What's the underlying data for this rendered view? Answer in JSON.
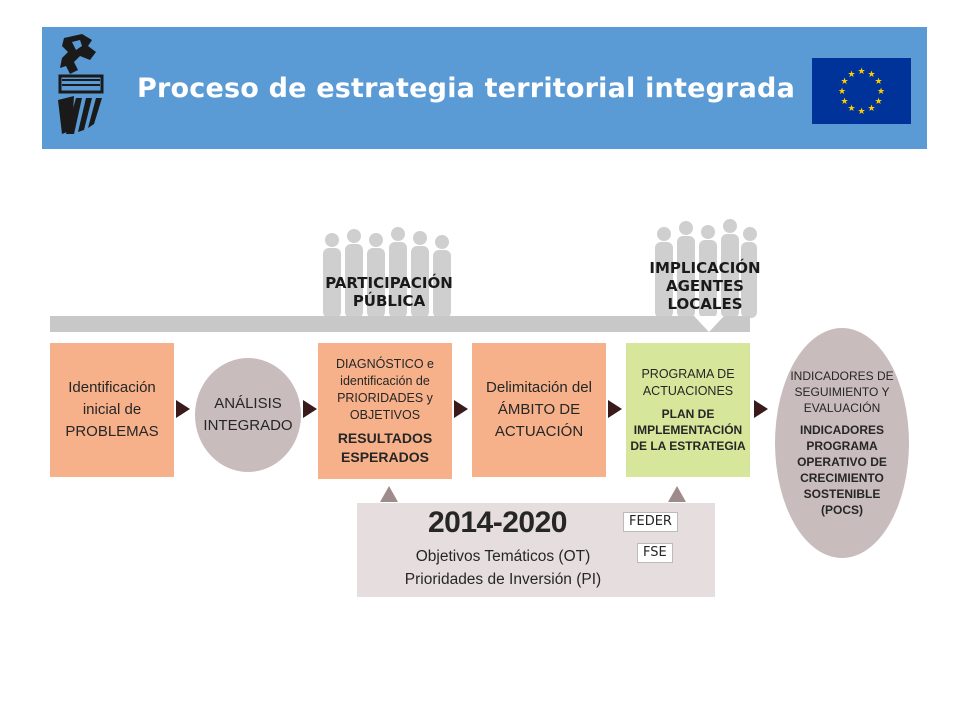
{
  "header": {
    "title": "Proceso de estrategia territorial integrada",
    "bg_color": "#5b9bd5",
    "logo_icon": "generalitat-valenciana-logo-icon",
    "flag_icon": "eu-flag-icon"
  },
  "participation": {
    "line1": "PARTICIPACIÓN",
    "line2": "PÚBLICA"
  },
  "agents": {
    "line1": "IMPLICACIÓN",
    "line2": "AGENTES",
    "line3": "LOCALES"
  },
  "steps": {
    "problems": [
      "Identificación",
      "inicial de",
      "PROBLEMAS"
    ],
    "analysis": [
      "ANÁLISIS",
      "INTEGRADO"
    ],
    "diagnosis": {
      "lines": [
        "DIAGNÓSTICO e",
        "identificación de",
        "PRIORIDADES y",
        "OBJETIVOS"
      ],
      "results": [
        "RESULTADOS",
        "ESPERADOS"
      ]
    },
    "scope": [
      "Delimitación del",
      "ÁMBITO DE",
      "ACTUACIÓN"
    ],
    "program": {
      "lines": [
        "PROGRAMA DE",
        "ACTUACIONES"
      ],
      "plan": [
        "PLAN DE",
        "IMPLEMENTACIÓN",
        "DE LA ESTRATEGIA"
      ]
    },
    "indicators": {
      "lines": [
        "INDICADORES DE",
        "SEGUIMIENTO Y",
        "EVALUACIÓN"
      ],
      "pocs": [
        "INDICADORES",
        "PROGRAMA",
        "OPERATIVO DE",
        "CRECIMIENTO",
        "SOSTENIBLE",
        "(POCS)"
      ]
    }
  },
  "programming": {
    "period": "2014-2020",
    "line1": "Objetivos Temáticos (OT)",
    "line2": "Prioridades de Inversión (PI)",
    "fund1": "FEDER",
    "fund2": "FSE"
  },
  "colors": {
    "orange": "#f6b18a",
    "green": "#d6e69a",
    "oval": "#c9bcbd",
    "bar": "#c8c8c8"
  }
}
